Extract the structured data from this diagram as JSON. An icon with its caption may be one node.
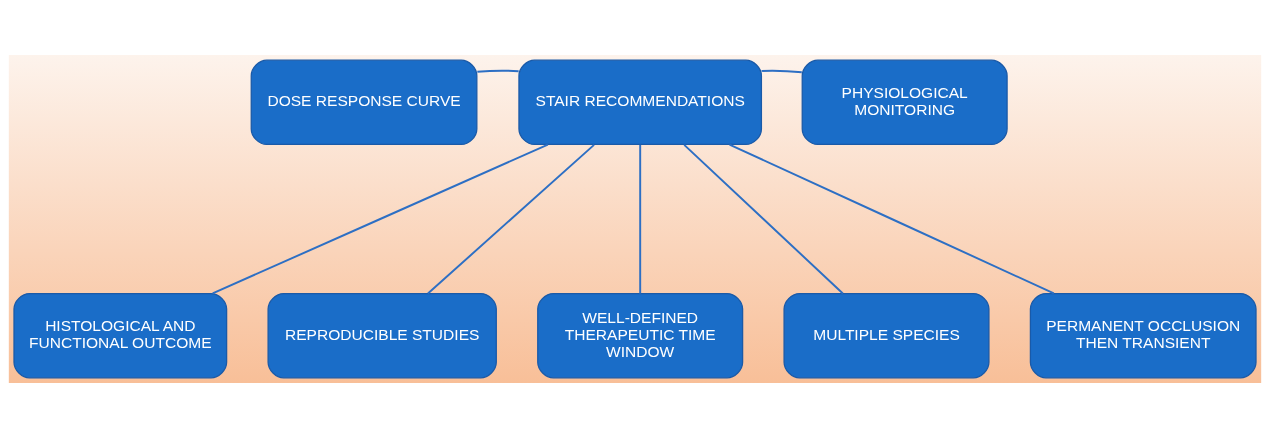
{
  "diagram": {
    "nodes": [
      {
        "text": [
          "STAIR RECOMMENDATIONS"
        ]
      },
      {
        "text": [
          "DOSE RESPONSE CURVE"
        ]
      },
      {
        "text": [
          "PHYSIOLOGICAL MONITORING"
        ]
      },
      {
        "text": [
          "HISTOLOGICAL AND FUNCTIONAL OUTCOME"
        ]
      },
      {
        "text": [
          "REPRODUCIBLE STUDIES"
        ]
      },
      {
        "text": [
          "WELL-DEFINED THERAPEUTIC TIME WINDOW"
        ]
      },
      {
        "text": [
          "MULTIPLE SPECIES"
        ]
      },
      {
        "text": [
          "PERMANENT OCCLUSION THEN TRANSIENT"
        ]
      }
    ],
    "edges": [
      {
        "from": 0,
        "to": 1,
        "arrow": "none"
      },
      {
        "from": 0,
        "to": 2,
        "arrow": "none"
      },
      {
        "from": 0,
        "to": 3,
        "arrow": "none"
      },
      {
        "from": 0,
        "to": 4,
        "arrow": "none"
      },
      {
        "from": 0,
        "to": 5,
        "arrow": "none"
      },
      {
        "from": 0,
        "to": 6,
        "arrow": "none"
      },
      {
        "from": 0,
        "to": 7,
        "arrow": "none"
      }
    ]
  }
}
